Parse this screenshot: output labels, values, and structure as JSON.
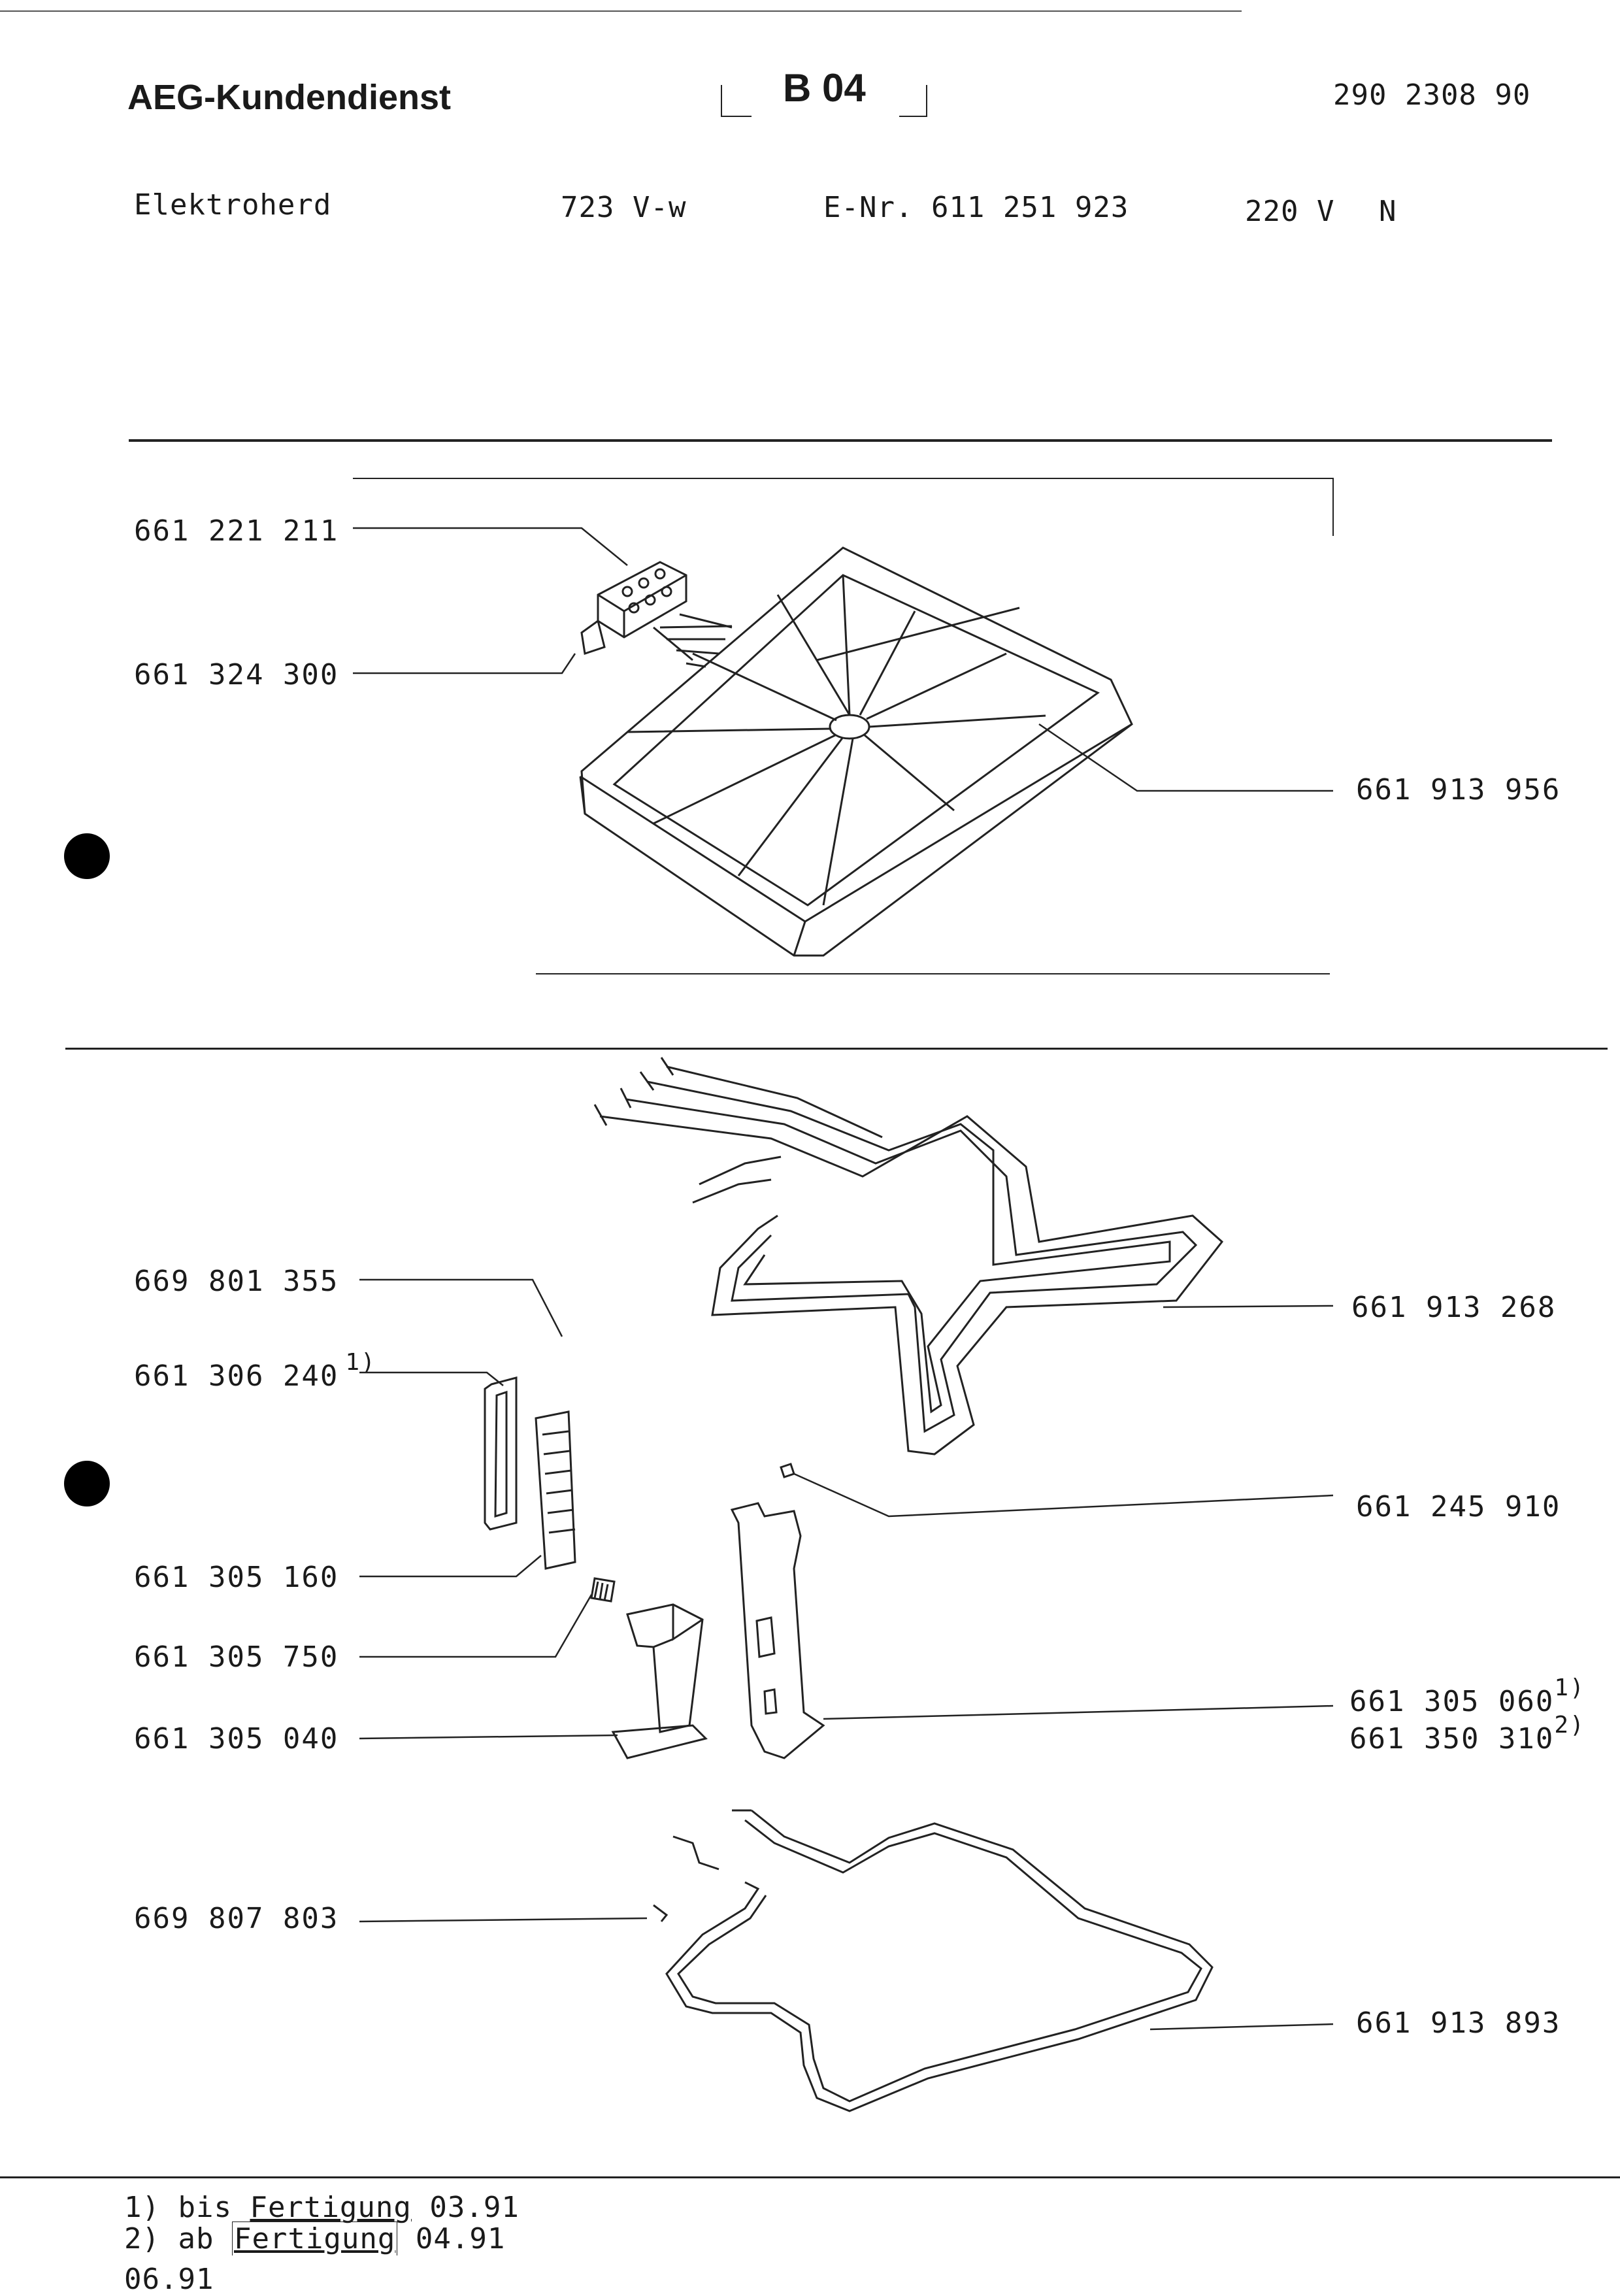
{
  "header": {
    "company": "AEG-Kundendienst",
    "section_code": "B 04",
    "doc_number": "290 2308 90"
  },
  "product": {
    "type": "Elektroherd",
    "model": "723 V-w",
    "e_nr": "E-Nr. 611 251 923",
    "voltage": "220 V",
    "suffix": "N"
  },
  "parts_upper": [
    {
      "number": "661 221 211",
      "note": ""
    },
    {
      "number": "661 324 300",
      "note": ""
    },
    {
      "number": "661 913 956",
      "note": ""
    }
  ],
  "parts_lower_left": [
    {
      "number": "669 801 355",
      "note": ""
    },
    {
      "number": "661 306 240",
      "note": "1)"
    },
    {
      "number": "661 305 160",
      "note": ""
    },
    {
      "number": "661 305 750",
      "note": ""
    },
    {
      "number": "661 305 040",
      "note": ""
    },
    {
      "number": "669 807 803",
      "note": ""
    }
  ],
  "parts_lower_right": [
    {
      "number": "661 913 268",
      "note": ""
    },
    {
      "number": "661 245 910",
      "note": ""
    },
    {
      "number": "661 305 060",
      "note": "1)"
    },
    {
      "number": "661 350 310",
      "note": "2)"
    },
    {
      "number": "661 913 893",
      "note": ""
    }
  ],
  "footnotes": {
    "note1_prefix": "1) bis",
    "note1_word": "Fertigung",
    "note1_date": "03.91",
    "note2_prefix": "2) ab",
    "note2_word": "Fertigung",
    "note2_date": "04.91"
  },
  "date": "06.91"
}
